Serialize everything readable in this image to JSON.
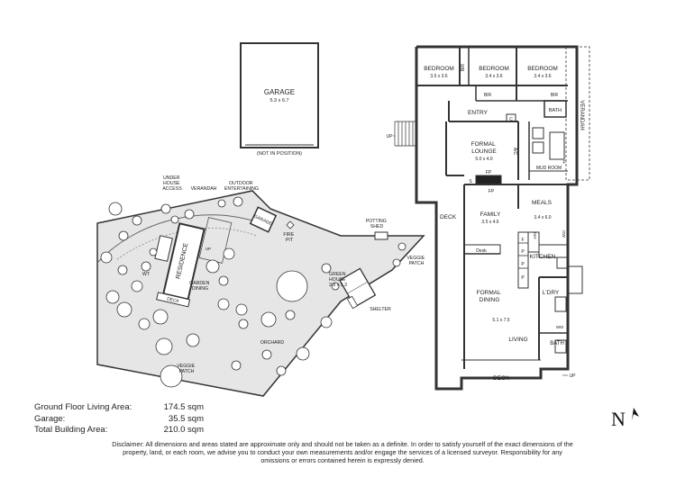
{
  "garage": {
    "title": "GARAGE",
    "size": "5.3 x 6.7",
    "note": "(NOT IN POSITION)"
  },
  "site": {
    "labels": {
      "under_house_access": [
        "UNDER",
        "HOUSE",
        "ACCESS"
      ],
      "verandah": "VERANDAH",
      "outdoor_entertaining": [
        "OUTDOOR",
        "ENTERTAINING"
      ],
      "garage": "GARAGE",
      "fire_pit": [
        "FIRE",
        "PIT"
      ],
      "potting_shed": [
        "POTTING",
        "SHED"
      ],
      "veggie_patch_right": [
        "VEGGIE",
        "PATCH"
      ],
      "residence": "RESIDENCE",
      "wt": "WT",
      "deck": "DECK",
      "garden_dining": [
        "GARDEN",
        "DINING"
      ],
      "green_house": [
        "GREEN",
        "HOUSE",
        "2.8 x 5.3"
      ],
      "shelter": "SHELTER",
      "orchard": "ORCHARD",
      "veggie_patch_bottom": [
        "VEGGIE",
        "PATCH"
      ],
      "up": "UP"
    }
  },
  "floor": {
    "rooms": {
      "bedroom1": {
        "name": "BEDROOM",
        "size": "3.5 x 3.6"
      },
      "bedroom2": {
        "name": "BEDROOM",
        "size": "3.4 x 3.6"
      },
      "bedroom3": {
        "name": "BEDROOM",
        "size": "3.4 x 3.6"
      },
      "bir1": "BIR",
      "bir2": "BIR",
      "bir3": "BIR",
      "entry": "ENTRY",
      "bath_top": "BATH",
      "verandah": "VERANDAH",
      "formal_lounge": {
        "name": [
          "FORMAL",
          "LOUNGE"
        ],
        "size": "5.0 x 4.0"
      },
      "ac": "A/C",
      "fp1": "FP",
      "fp2": "FP",
      "s": "S",
      "c": "C",
      "mud_room": "MUD ROOM",
      "f_mud": "F",
      "meals": {
        "name": "MEALS",
        "size": "3.4 x 6.0"
      },
      "family": {
        "name": "FAMILY",
        "size": "3.5 x 4.6"
      },
      "deck_left": "DECK",
      "desk": "Desk",
      "f_kitchen": "F",
      "p_labels": [
        "P",
        "P",
        "P"
      ],
      "ref": "REF",
      "dw": "DW",
      "kitchen": "KITCHEN",
      "ldry": "L'DRY",
      "wm": "WM",
      "formal_dining": {
        "name": [
          "FORMAL",
          "DINING"
        ],
        "size": "5.1 x 7.5"
      },
      "living": "LIVING",
      "bath_bottom": "BATH",
      "deck_bottom": "DECK",
      "up_left": "UP",
      "up_bottom": "UP"
    }
  },
  "areas": [
    {
      "label": "Ground Floor Living Area:",
      "value": "174.5 sqm"
    },
    {
      "label": "Garage:",
      "value": "35.5 sqm"
    },
    {
      "label": "Total Building Area:",
      "value": "210.0 sqm"
    }
  ],
  "disclaimer": "Disclaimer: All dimensions and areas stated are approximate only and should not be taken as a definite. In order to satisfy yourself of the exact dimensions of the property, land, or each room, we advise you to conduct your own measurements and/or engage the services of a licensed surveyor. Responsibility for any omissions or errors contained herein is expressly denied.",
  "north": "N",
  "colors": {
    "site_fill": "#e6e6e6",
    "wall": "#333333",
    "tree_fill": "#ffffff"
  }
}
